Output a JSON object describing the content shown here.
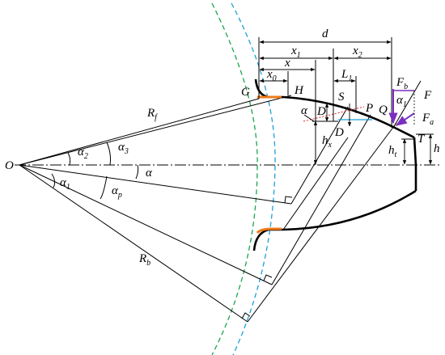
{
  "labels": {
    "O_left": "O",
    "d": "d",
    "x1": "x",
    "x1_sub": "1",
    "x2": "x",
    "x2_sub": "2",
    "x": "x",
    "x0": "x",
    "x0_sub": "0",
    "L1": "L",
    "L1_sub": "1",
    "G": "G",
    "H": "H",
    "S": "S",
    "P": "P",
    "Q": "Q",
    "T": "T",
    "D_upper": "D",
    "D_lower": "D",
    "alpha_H": "α",
    "Rf": "R",
    "Rf_sub": "f",
    "Rb": "R",
    "Rb_sub": "b",
    "hx": "h",
    "hx_sub": "x",
    "ht": "h",
    "ht_sub": "t",
    "h": "h",
    "Fb": "F",
    "Fb_sub": "b",
    "Fa": "F",
    "Fa_sub": "a",
    "F": "F",
    "alpha1_Q": "α",
    "alpha1_Q_sub": "1",
    "alpha2": "α",
    "alpha2_sub": "2",
    "alpha3": "α",
    "alpha3_sub": "3",
    "alpha_mid": "α",
    "alpha1": "α",
    "alpha1_sub": "1",
    "alphap": "α",
    "alphap_sub": "p"
  },
  "colors": {
    "root_circle": "#1aa64b",
    "base_circle": "#1e9fd8",
    "fillet": "#f07a1a",
    "force": "#7b2fbe",
    "tangent": "#e02020",
    "ink": "#000000"
  }
}
